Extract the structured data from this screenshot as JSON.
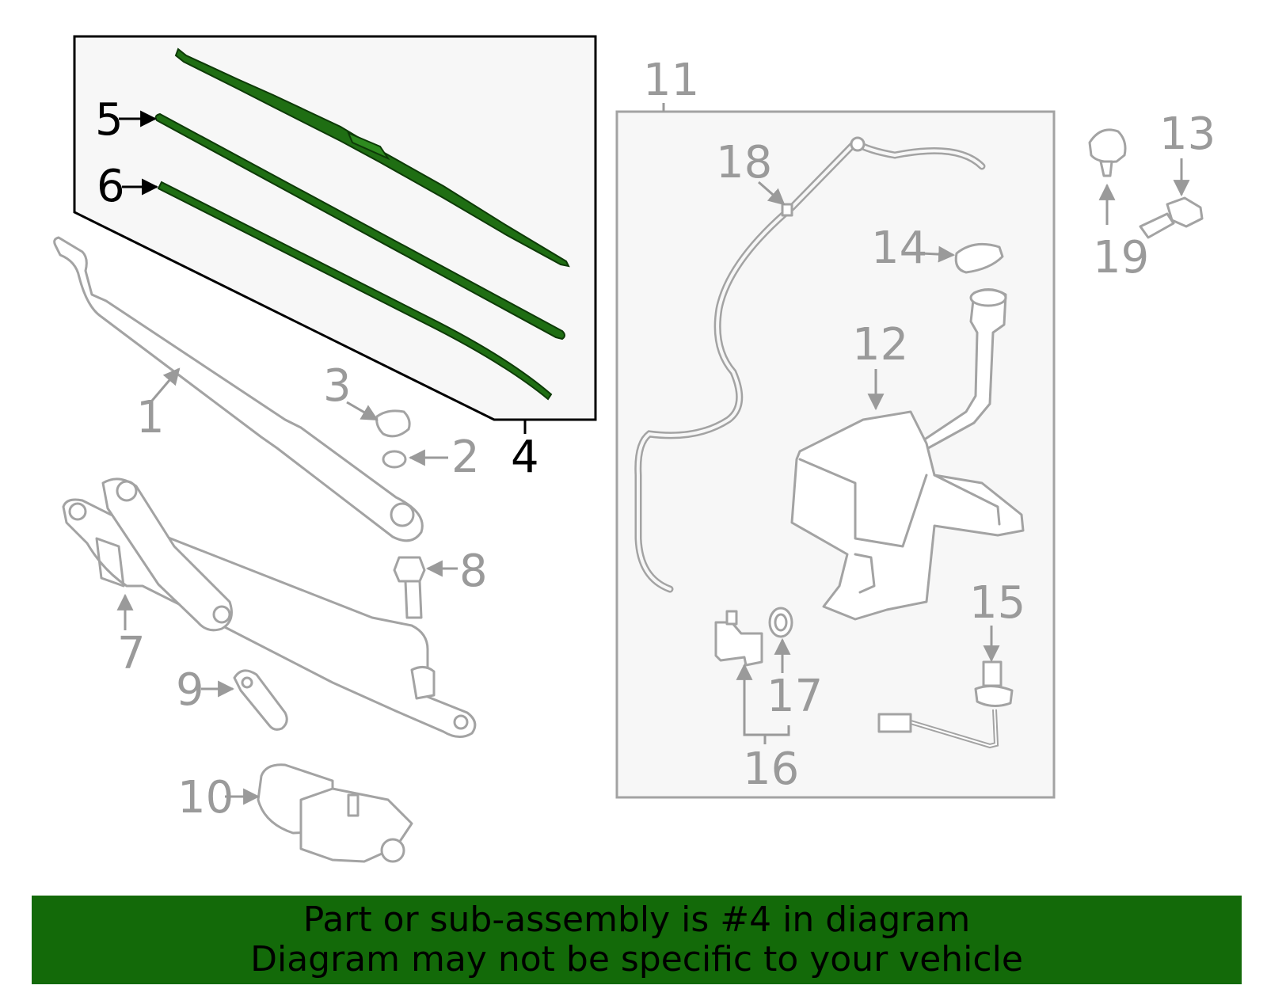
{
  "callouts": {
    "c1": "1",
    "c2": "2",
    "c3": "3",
    "c4": "4",
    "c5": "5",
    "c6": "6",
    "c7": "7",
    "c8": "8",
    "c9": "9",
    "c10": "10",
    "c11": "11",
    "c12": "12",
    "c13": "13",
    "c14": "14",
    "c15": "15",
    "c16": "16",
    "c17": "17",
    "c18": "18",
    "c19": "19"
  },
  "banner": {
    "line1": "Part or sub-assembly is #4 in diagram",
    "line2": "Diagram may not be specific to your vehicle"
  },
  "colors": {
    "highlight": "#1f6e13",
    "banner": "#136a09",
    "part_stroke": "#a3a3a3",
    "label_gray": "#9a9a9a",
    "panel_fill": "#f7f7f7"
  }
}
